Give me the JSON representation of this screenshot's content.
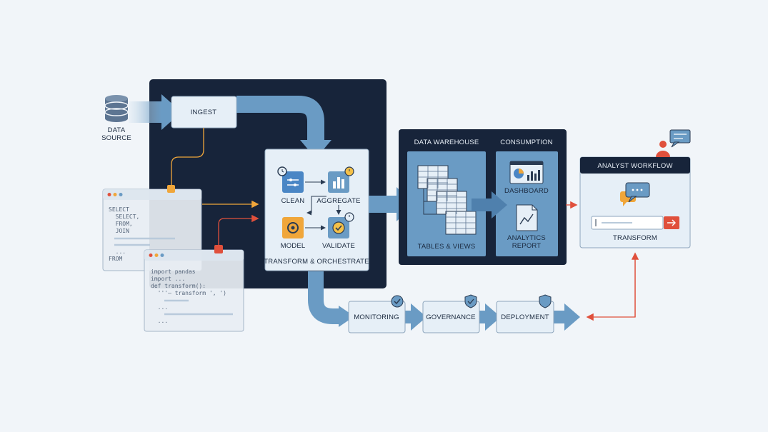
{
  "source": {
    "label_line1": "DATA",
    "label_line2": "SOURCE"
  },
  "ingest": {
    "label": "INGEST"
  },
  "orchestrator": {
    "title": "TRANSFORM & ORCHESTRATE",
    "steps": {
      "clean": "CLEAN",
      "aggregate": "AGGREGATE",
      "model": "MODEL",
      "validate": "VALIDATE"
    }
  },
  "warehouse": {
    "title": "DATA WAREHOUSE",
    "tables_label": "TABLES & VIEWS"
  },
  "consumption": {
    "title": "CONSUMPTION",
    "dashboard_label": "DASHBOARD",
    "report_line1": "ANALYTICS",
    "report_line2": "REPORT"
  },
  "analyst": {
    "title": "ANALYST WORKFLOW",
    "transform_label": "TRANSFORM"
  },
  "pipeline": {
    "monitoring": "MONITORING",
    "governance": "GOVERNANCE",
    "deployment": "DEPLOYMENT"
  },
  "sql_window": {
    "lines": [
      "SELECT",
      "  SELECT,",
      "  FROM,",
      "  JOIN",
      "  ...",
      "FROM"
    ]
  },
  "python_window": {
    "lines": [
      "import pandas",
      "import ...",
      "def transform():",
      "  '''— transform ', ')",
      "  ...",
      "  ..."
    ]
  },
  "colors": {
    "background": "#f1f5f9",
    "panel_dark": "#17243a",
    "flow_blue": "#6a9bc4",
    "card": "#e6eff7",
    "accent_orange": "#f0a63a",
    "accent_red": "#e0503c"
  }
}
